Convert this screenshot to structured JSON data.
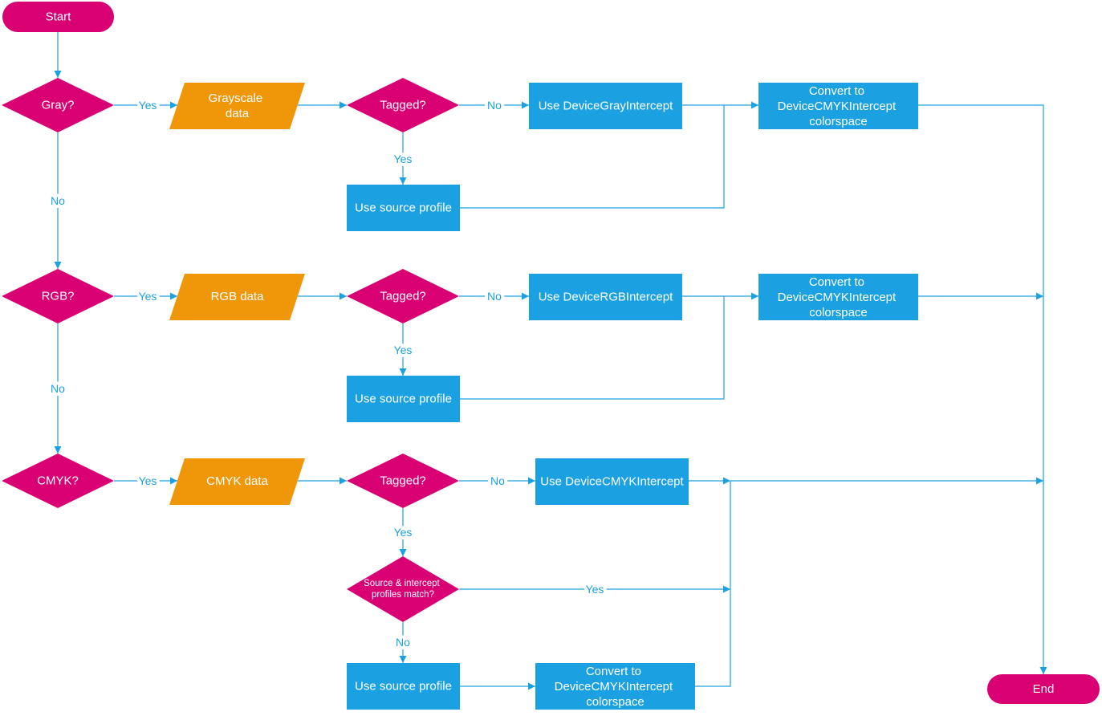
{
  "colors": {
    "terminator": "#d80073",
    "decision": "#d80073",
    "data": "#f09609",
    "process": "#1ba1e2",
    "connector": "#1ba1e2",
    "label_text": "#1ba1e2",
    "node_text": "#ffffff",
    "background": "#ffffff"
  },
  "start": "Start",
  "end": "End",
  "gray": {
    "decision": "Gray?",
    "yes": "Yes",
    "no": "No",
    "data": [
      "Grayscale",
      "data"
    ],
    "tagged": "Tagged?",
    "tagged_no": "No",
    "tagged_yes": "Yes",
    "intercept": "Use DeviceGrayIntercept",
    "source_profile": "Use source profile",
    "convert": [
      "Convert to",
      "DeviceCMYKIntercept",
      "colorspace"
    ]
  },
  "rgb": {
    "decision": "RGB?",
    "yes": "Yes",
    "no": "No",
    "data": [
      "RGB data"
    ],
    "tagged": "Tagged?",
    "tagged_no": "No",
    "tagged_yes": "Yes",
    "intercept": "Use DeviceRGBIntercept",
    "source_profile": "Use source profile",
    "convert": [
      "Convert to",
      "DeviceCMYKIntercept",
      "colorspace"
    ]
  },
  "cmyk": {
    "decision": "CMYK?",
    "yes": "Yes",
    "data": [
      "CMYK data"
    ],
    "tagged": "Tagged?",
    "tagged_no": "No",
    "tagged_yes": "Yes",
    "intercept": "Use DeviceCMYKIntercept",
    "profiles_match": [
      "Source & intercept",
      "profiles match?"
    ],
    "profiles_match_yes": "Yes",
    "profiles_match_no": "No",
    "source_profile": "Use source profile",
    "convert": [
      "Convert to",
      "DeviceCMYKIntercept",
      "colorspace"
    ]
  }
}
